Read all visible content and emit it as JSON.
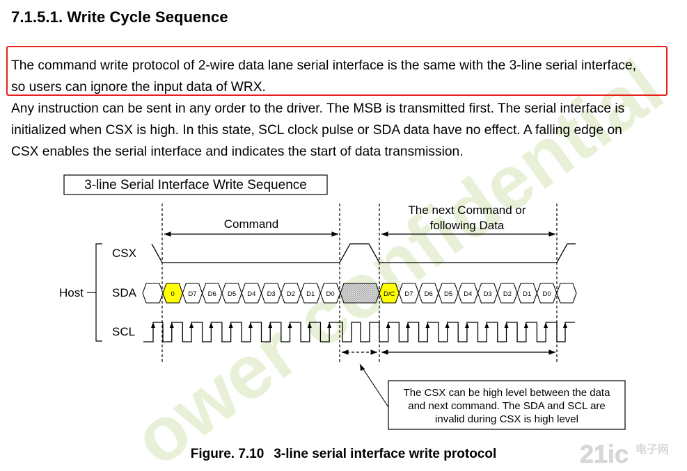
{
  "section": {
    "number": "7.1.5.1.",
    "title": "Write Cycle Sequence"
  },
  "highlight": {
    "line1": "The command write protocol of 2-wire data lane serial interface is the same with the 3-line serial interface,",
    "line2": "so users can ignore the input data of WRX.",
    "color": "#e8201c"
  },
  "body": {
    "line1": "Any instruction can be sent in any order to the driver. The MSB is transmitted first. The serial interface is",
    "line2": "initialized when CSX is high. In this state, SCL clock pulse or SDA data have no effect. A falling edge on",
    "line3": "CSX enables the serial interface and indicates the start of data transmission."
  },
  "diagram": {
    "title": "3-line Serial Interface Write Sequence",
    "command_label": "Command",
    "next_label_line1": "The next Command or",
    "next_label_line2": "following Data",
    "host_label": "Host",
    "signals": [
      "CSX",
      "SDA",
      "SCL"
    ],
    "frame1_bits": [
      "0",
      "D7",
      "D6",
      "D5",
      "D4",
      "D3",
      "D2",
      "D1",
      "D0"
    ],
    "frame2_bits": [
      "D/C",
      "D7",
      "D6",
      "D5",
      "D4",
      "D3",
      "D2",
      "D1",
      "D0"
    ],
    "note_line1": "The CSX can be high level between the data",
    "note_line2": "and next command. The SDA and SCL are",
    "note_line3": "invalid during CSX is high level",
    "highlight_bit_color": "#ffff00"
  },
  "caption": {
    "figure": "Figure. 7.10",
    "text": "3-line serial interface write protocol"
  },
  "watermark": {
    "text": "ower confidential",
    "color": "#e7f1d6"
  },
  "logo": {
    "brand": "21ic",
    "cn": "电子网",
    "color": "#d8d8d8"
  }
}
